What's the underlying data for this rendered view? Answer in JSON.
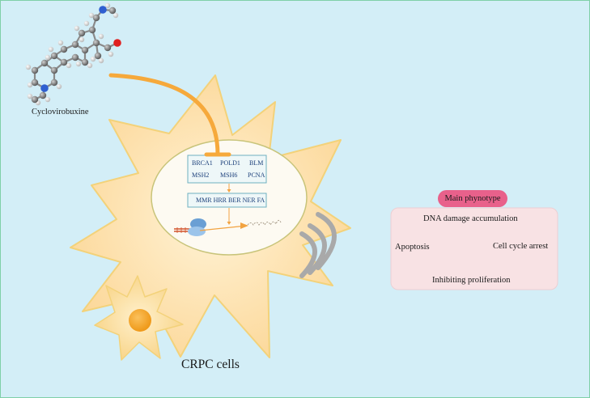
{
  "molecule": {
    "name": "Cyclovirobuxine"
  },
  "cell_label": "CRPC cells",
  "genes": {
    "row1": [
      "BRCA1",
      "POLD1",
      "BLM"
    ],
    "row2": [
      "MSH2",
      "MSH6",
      "PCNA"
    ]
  },
  "pathways_label": "MMR HRR BER NER FA",
  "phenotype": {
    "title": "Main phynotype",
    "dna": "DNA damage accumulation",
    "apoptosis": "Apoptosis",
    "cell_cycle": "Cell cycle arrest",
    "proliferation": "Inhibiting proliferation"
  },
  "colors": {
    "background": "#d3eef7",
    "cell_fill": "#fde7b8",
    "inhibition_arrow": "#f6a93b",
    "phenotype_badge": "#e8618b",
    "phenotype_box": "#f8e2e4",
    "chevrons": "#a9a9a9"
  }
}
